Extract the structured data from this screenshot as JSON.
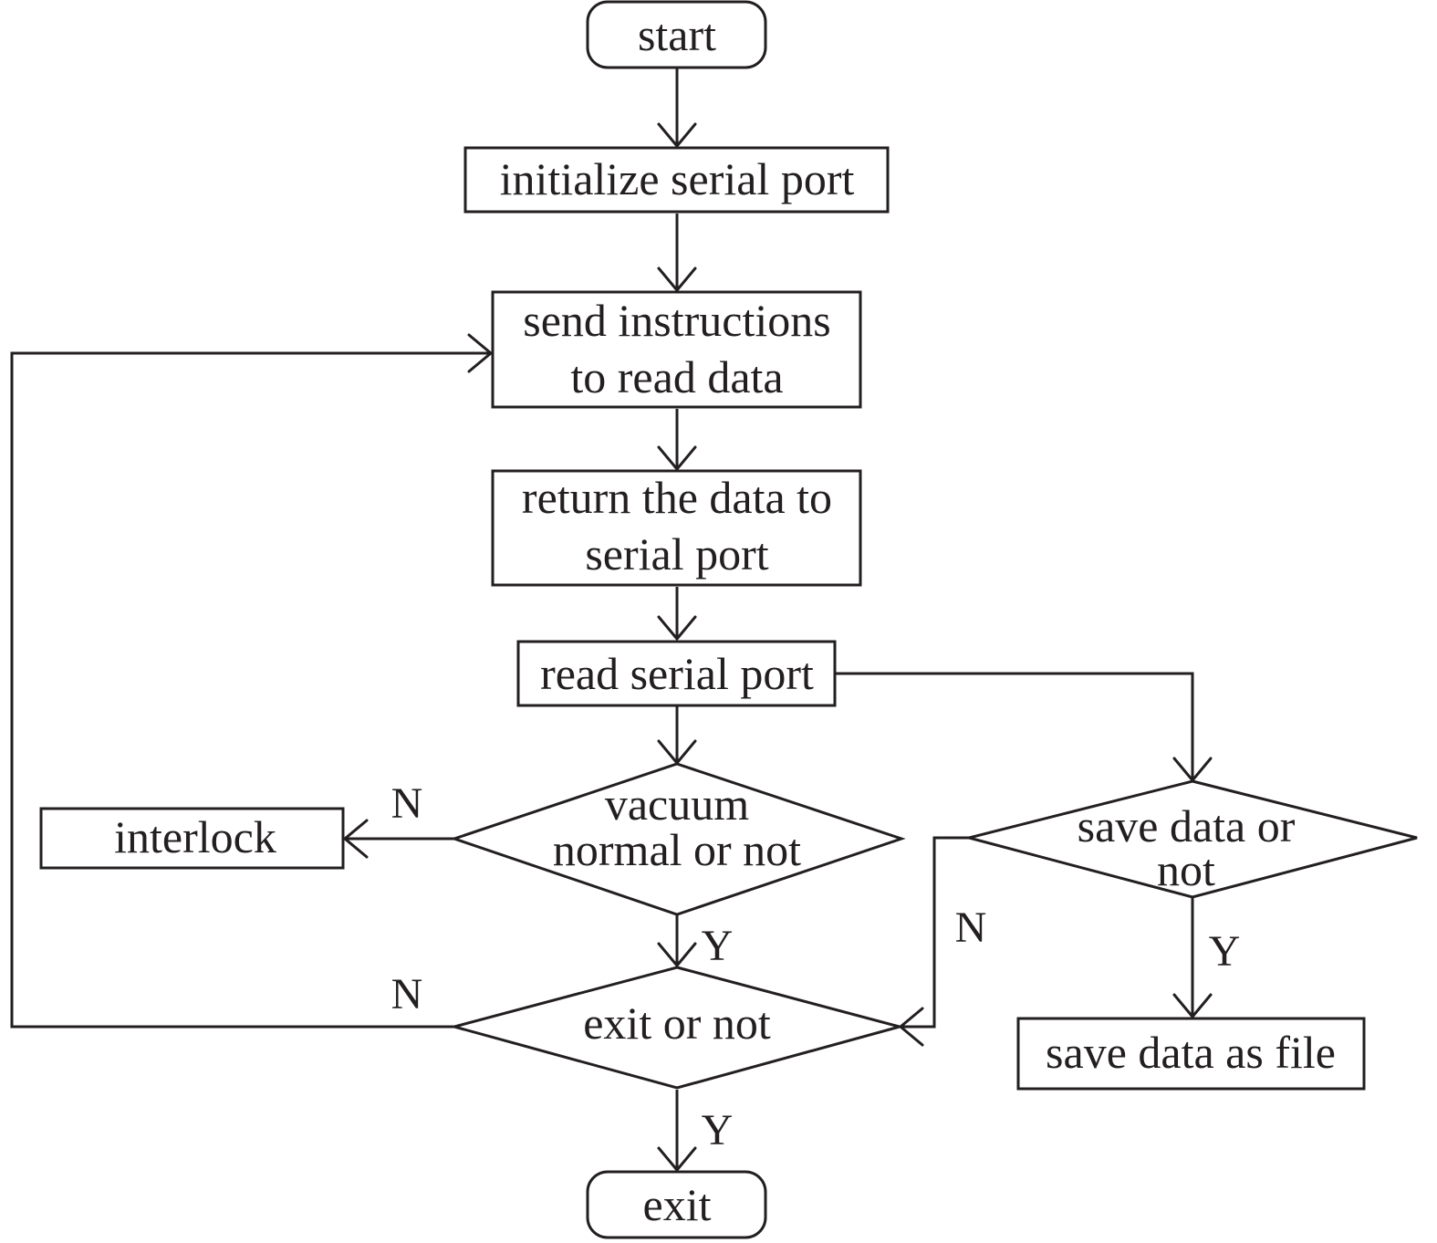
{
  "colors": {
    "ink": "#231f20",
    "background": "#ffffff"
  },
  "nodes": {
    "start": "start",
    "init": "initialize serial port",
    "send": [
      "send instructions",
      "to read data"
    ],
    "return": [
      "return the data to",
      "serial port"
    ],
    "read": "read serial port",
    "vacuum": [
      "vacuum",
      "normal or not"
    ],
    "interlock": "interlock",
    "save_q": [
      "save data or",
      "not"
    ],
    "save_file": "save data as file",
    "exit_q": "exit or not",
    "exit": "exit"
  },
  "labels": {
    "vacuum_no": "N",
    "vacuum_yes": "Y",
    "exit_no": "N",
    "exit_yes": "Y",
    "save_no": "N",
    "save_yes": "Y"
  }
}
